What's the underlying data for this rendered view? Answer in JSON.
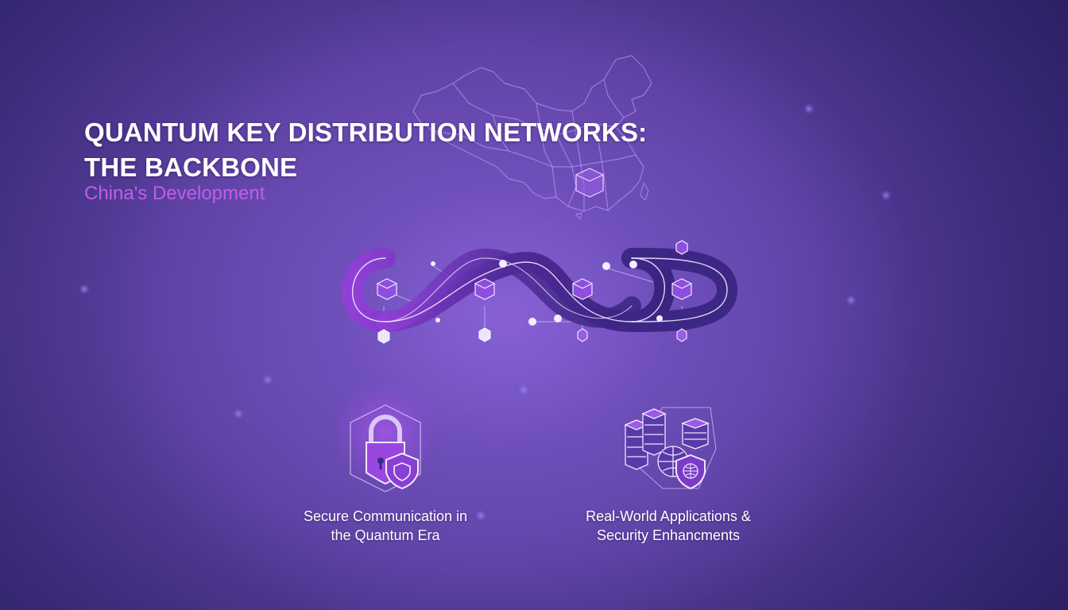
{
  "slide": {
    "title_line1": "QUANTUM KEY DISTRIBUTION NETWORKS:",
    "title_line2": "THE BACKBONE",
    "subtitle": "China's Development"
  },
  "graphics": {
    "map": "china-network-map",
    "chain": "quantum-chain-links",
    "chain_nodes": 4
  },
  "features": [
    {
      "icon": "lock-shield-icon",
      "line1": "Secure Communication in",
      "line2": "the Quantum Era"
    },
    {
      "icon": "servers-globe-shield-icon",
      "line1": "Real-World Applications &",
      "line2": "Security Enhancments"
    }
  ],
  "colors": {
    "background_dark": "#2a1f63",
    "background_mid": "#5a3f9e",
    "glow": "#8c64dc",
    "title": "#ffffff",
    "subtitle": "#c05ee8",
    "chain_light": "#8e44d6",
    "chain_dark": "#3a2480",
    "line": "#e9e0ff"
  }
}
